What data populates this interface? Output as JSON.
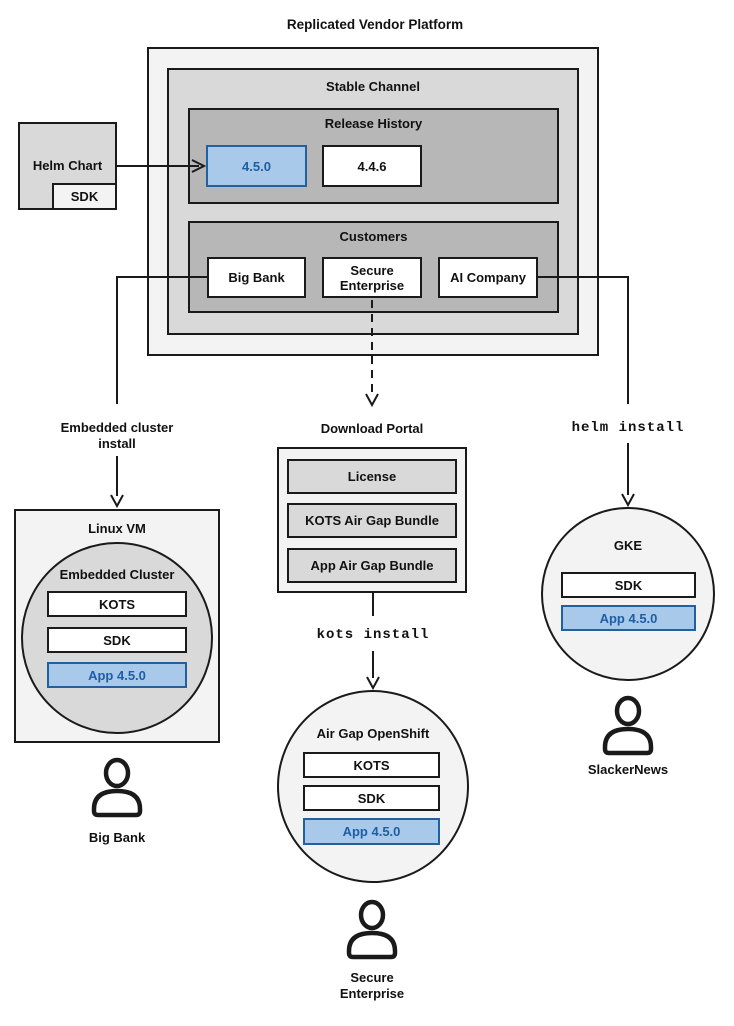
{
  "title": "Replicated Vendor Platform",
  "platform": {
    "channel": {
      "label": "Stable Channel",
      "release_history": {
        "label": "Release History",
        "releases": [
          {
            "version": "4.5.0",
            "highlighted": true
          },
          {
            "version": "4.4.6",
            "highlighted": false
          }
        ]
      },
      "customers": {
        "label": "Customers",
        "items": [
          {
            "name": "Big Bank"
          },
          {
            "name": "Secure Enterprise"
          },
          {
            "name": "AI Company"
          }
        ]
      }
    }
  },
  "helm_chart": {
    "label": "Helm Chart",
    "sdk_label": "SDK"
  },
  "flows": {
    "embedded_cluster": {
      "arrow_label": "Embedded cluster install",
      "vm": {
        "label": "Linux VM",
        "cluster_label": "Embedded Cluster",
        "components": [
          "KOTS",
          "SDK",
          "App 4.5.0"
        ]
      },
      "customer": "Big Bank"
    },
    "air_gap": {
      "portal": {
        "label": "Download Portal",
        "items": [
          "License",
          "KOTS Air Gap Bundle",
          "App Air Gap Bundle"
        ]
      },
      "command": "kots install",
      "cluster": {
        "label": "Air Gap OpenShift",
        "components": [
          "KOTS",
          "SDK",
          "App 4.5.0"
        ]
      },
      "customer": "Secure Enterprise"
    },
    "helm": {
      "command": "helm install",
      "cluster": {
        "label": "GKE",
        "components": [
          "SDK",
          "App 4.5.0"
        ]
      },
      "customer": "SlackerNews"
    }
  },
  "colors": {
    "highlight_fill": "#a9c9ea",
    "highlight_border": "#23619e",
    "highlight_text": "#1d5ea5",
    "container_light": "#f3f3f3",
    "container_mid": "#d9d9d9",
    "container_dark": "#b7b7b7"
  }
}
